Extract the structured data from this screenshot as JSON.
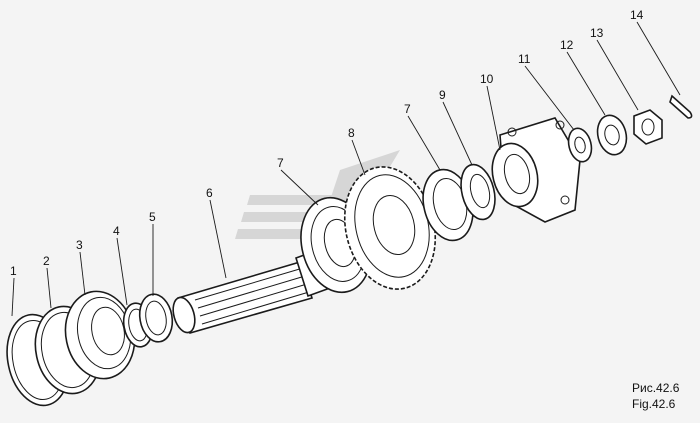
{
  "diagram": {
    "caption_ru": "Рис.42.6",
    "caption_en": "Fig.42.6",
    "callouts": [
      {
        "id": "c1",
        "label": "1"
      },
      {
        "id": "c2",
        "label": "2"
      },
      {
        "id": "c3",
        "label": "3"
      },
      {
        "id": "c4",
        "label": "4"
      },
      {
        "id": "c5",
        "label": "5"
      },
      {
        "id": "c6",
        "label": "6"
      },
      {
        "id": "c7a",
        "label": "7"
      },
      {
        "id": "c8",
        "label": "8"
      },
      {
        "id": "c7b",
        "label": "7"
      },
      {
        "id": "c9",
        "label": "9"
      },
      {
        "id": "c10",
        "label": "10"
      },
      {
        "id": "c11",
        "label": "11"
      },
      {
        "id": "c12",
        "label": "12"
      },
      {
        "id": "c13",
        "label": "13"
      },
      {
        "id": "c14",
        "label": "14"
      }
    ],
    "colors": {
      "line": "#1b1b1b",
      "paper": "#f4f4f4",
      "watermark": "#d6d6d6"
    },
    "watermark": "striped-chevron-logo"
  }
}
